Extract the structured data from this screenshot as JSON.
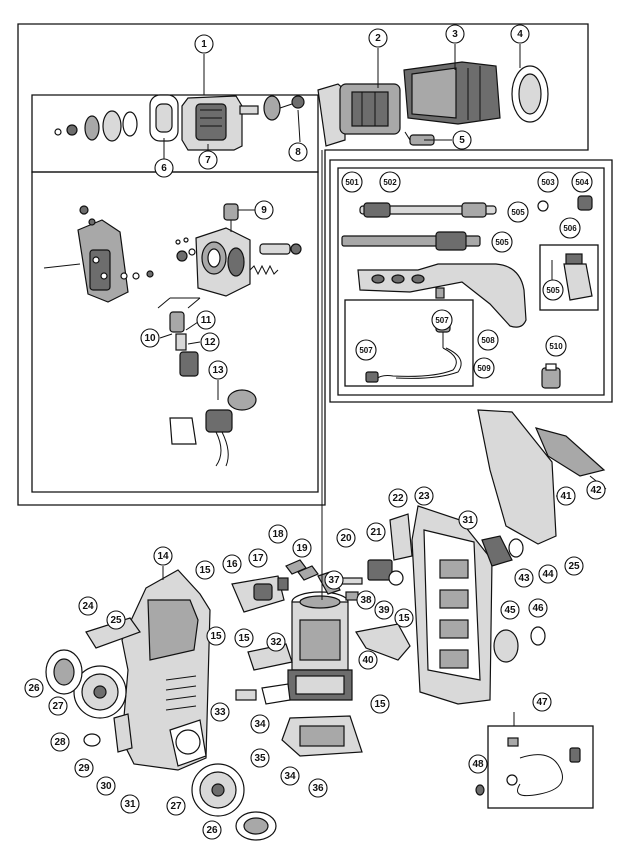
{
  "callouts": [
    {
      "id": "c1",
      "label": "1"
    },
    {
      "id": "c2",
      "label": "2"
    },
    {
      "id": "c3",
      "label": "3"
    },
    {
      "id": "c4",
      "label": "4"
    },
    {
      "id": "c5",
      "label": "5"
    },
    {
      "id": "c6",
      "label": "6"
    },
    {
      "id": "c7",
      "label": "7"
    },
    {
      "id": "c8",
      "label": "8"
    },
    {
      "id": "c9",
      "label": "9"
    },
    {
      "id": "c10",
      "label": "10"
    },
    {
      "id": "c11",
      "label": "11"
    },
    {
      "id": "c12",
      "label": "12"
    },
    {
      "id": "c13",
      "label": "13"
    },
    {
      "id": "c14",
      "label": "14"
    },
    {
      "id": "c15a",
      "label": "15"
    },
    {
      "id": "c15b",
      "label": "15"
    },
    {
      "id": "c15c",
      "label": "15"
    },
    {
      "id": "c15d",
      "label": "15"
    },
    {
      "id": "c15e",
      "label": "15"
    },
    {
      "id": "c16",
      "label": "16"
    },
    {
      "id": "c17",
      "label": "17"
    },
    {
      "id": "c18",
      "label": "18"
    },
    {
      "id": "c19",
      "label": "19"
    },
    {
      "id": "c20",
      "label": "20"
    },
    {
      "id": "c21",
      "label": "21"
    },
    {
      "id": "c22",
      "label": "22"
    },
    {
      "id": "c23",
      "label": "23"
    },
    {
      "id": "c24",
      "label": "24"
    },
    {
      "id": "c25a",
      "label": "25"
    },
    {
      "id": "c25b",
      "label": "25"
    },
    {
      "id": "c26a",
      "label": "26"
    },
    {
      "id": "c26b",
      "label": "26"
    },
    {
      "id": "c27a",
      "label": "27"
    },
    {
      "id": "c27b",
      "label": "27"
    },
    {
      "id": "c28",
      "label": "28"
    },
    {
      "id": "c29",
      "label": "29"
    },
    {
      "id": "c30",
      "label": "30"
    },
    {
      "id": "c31a",
      "label": "31"
    },
    {
      "id": "c31b",
      "label": "31"
    },
    {
      "id": "c32",
      "label": "32"
    },
    {
      "id": "c33",
      "label": "33"
    },
    {
      "id": "c34a",
      "label": "34"
    },
    {
      "id": "c34b",
      "label": "34"
    },
    {
      "id": "c35",
      "label": "35"
    },
    {
      "id": "c36",
      "label": "36"
    },
    {
      "id": "c37",
      "label": "37"
    },
    {
      "id": "c38",
      "label": "38"
    },
    {
      "id": "c39",
      "label": "39"
    },
    {
      "id": "c40",
      "label": "40"
    },
    {
      "id": "c41",
      "label": "41"
    },
    {
      "id": "c42",
      "label": "42"
    },
    {
      "id": "c43",
      "label": "43"
    },
    {
      "id": "c44",
      "label": "44"
    },
    {
      "id": "c45",
      "label": "45"
    },
    {
      "id": "c46",
      "label": "46"
    },
    {
      "id": "c47",
      "label": "47"
    },
    {
      "id": "c48",
      "label": "48"
    },
    {
      "id": "c501",
      "label": "501"
    },
    {
      "id": "c502",
      "label": "502"
    },
    {
      "id": "c503",
      "label": "503"
    },
    {
      "id": "c504",
      "label": "504"
    },
    {
      "id": "c505a",
      "label": "505"
    },
    {
      "id": "c505b",
      "label": "505"
    },
    {
      "id": "c505c",
      "label": "505"
    },
    {
      "id": "c506",
      "label": "506"
    },
    {
      "id": "c507a",
      "label": "507"
    },
    {
      "id": "c507b",
      "label": "507"
    },
    {
      "id": "c508",
      "label": "508"
    },
    {
      "id": "c509",
      "label": "509"
    },
    {
      "id": "c510",
      "label": "510"
    }
  ]
}
